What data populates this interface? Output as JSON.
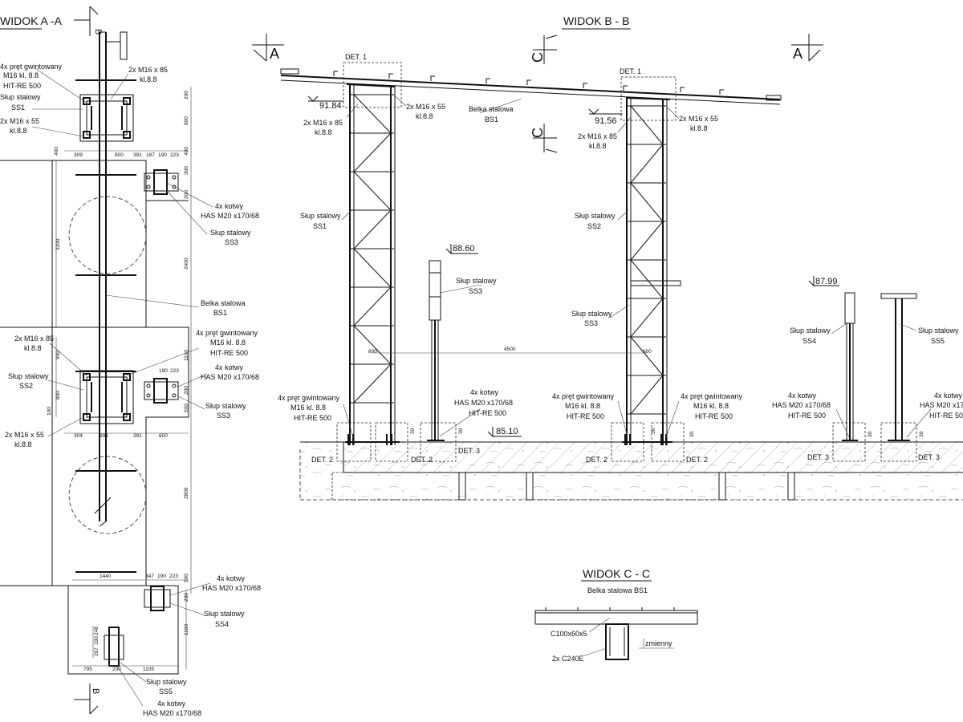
{
  "views": {
    "aa": {
      "title": "WIDOK A -A",
      "section_mark": "B",
      "section_mark_bottom": "B",
      "labels": {
        "pret_top_1": "4x pręt gwintowany",
        "pret_top_2": "M16 kl. 8.8",
        "pret_top_3": "HIT-RE 500",
        "bolt85_top_1": "2x M16 x 85",
        "bolt85_top_2": "kl.8.8",
        "ss1_1": "Słup stalowy",
        "ss1_2": "SS1",
        "bolt55_top_1": "2x M16 x 55",
        "bolt55_top_2": "kl.8.8",
        "kotwy1_1": "4x kotwy",
        "kotwy1_2": "HAS M20 x170/68",
        "ss3a_1": "Słup stalowy",
        "ss3a_2": "SS3",
        "bs1_1": "Belka stalowa",
        "bs1_2": "BS1",
        "bolt85_mid_1": "2x M16 x 85",
        "bolt85_mid_2": "kl.8.8",
        "pret_mid_1": "4x pręt gwintowany",
        "pret_mid_2": "M16 kl. 8.8",
        "pret_mid_3": "HIT-RE 500",
        "ss2_1": "Słup stalowy",
        "ss2_2": "SS2",
        "kotwy2_1": "4x kotwy",
        "kotwy2_2": "HAS M20 x170/68",
        "ss3b_1": "Słup stalowy",
        "ss3b_2": "SS3",
        "bolt55_mid_1": "2x M16 x 55",
        "bolt55_mid_2": "kl.8.8",
        "kotwy3_1": "4x kotwy",
        "kotwy3_2": "HAS M20 x170/68",
        "ss4_1": "Słup stalowy",
        "ss4_2": "SS4",
        "ss5_1": "Słup stalowy",
        "ss5_2": "SS5",
        "kotwy4_1": "4x kotwy",
        "kotwy4_2": "HAS M20 x170/68"
      },
      "dims": {
        "d200a": "200",
        "d800a": "800",
        "d400a": "400",
        "d400b": "400",
        "d309": "309",
        "d800b": "800",
        "d391a": "391",
        "d187": "187",
        "d190a": "190",
        "d223a": "223",
        "d300a": "300",
        "d300b": "300",
        "d3200": "3200",
        "d2400": "2400",
        "d900": "900",
        "d1100a": "1100",
        "d800c": "800",
        "d100": "100",
        "d190b": "190",
        "d223b": "223",
        "d200b": "200",
        "d500a": "500",
        "d304": "304",
        "d896": "896",
        "d391b": "391",
        "d600": "600",
        "d2800": "2800",
        "d1440": "1440",
        "d347": "347",
        "d190c": "190",
        "d223c": "223",
        "d500b": "500",
        "d200c": "200",
        "d1100b": "1100",
        "d267": "267",
        "d190d": "190",
        "d248": "248",
        "d795": "795",
        "d200d": "200",
        "d1105": "1105"
      }
    },
    "bb": {
      "title": "WIDOK B - B",
      "mark_a_left": "A",
      "mark_a_right": "A",
      "mark_c_top": "C",
      "mark_c_bottom": "C",
      "levels": {
        "l1": "91.84",
        "l2": "91.56",
        "l3": "88.60",
        "l4": "87.99",
        "l5": "85.10"
      },
      "det1_a": "DET. 1",
      "det1_b": "DET. 1",
      "det2_a": "DET. 2",
      "det2_b": "DET. 2",
      "det2_c": "DET. 2",
      "det2_d": "DET. 2",
      "det3_a": "DET. 3",
      "det3_b": "DET. 3",
      "det3_c": "DET. 3",
      "span": "4500",
      "d800_l": "800",
      "d800_r": "800",
      "d30": "30",
      "labels": {
        "bolt55_l_1": "2x M16 x 55",
        "bolt55_l_2": "kl.8.8",
        "belka_1": "Belka stalowa",
        "belka_2": "BS1",
        "bolt85_l_1": "2x M16 x 85",
        "bolt85_l_2": "kl.8.8",
        "bolt55_r_1": "2x M16 x 55",
        "bolt55_r_2": "kl.8.8",
        "bolt85_r_1": "2x M16 x 85",
        "bolt85_r_2": "kl.8.8",
        "ss1_1": "Słup stalowy",
        "ss1_2": "SS1",
        "ss2_1": "Słup stalowy",
        "ss2_2": "SS2",
        "ss3a_1": "Słup stalowy",
        "ss3a_2": "SS3",
        "ss3b_1": "Słup stalowy",
        "ss3b_2": "SS3",
        "ss4_1": "Słup stalowy",
        "ss4_2": "SS4",
        "ss5_1": "Słup stalowy",
        "ss5_2": "SS5",
        "pret_l_1": "4x pręt gwintowany",
        "pret_l_2": "M16 kl. 8.8",
        "pret_l_3": "HIT-RE 500",
        "kotwy_a_1": "4x kotwy",
        "kotwy_a_2": "HAS M20 x170/68",
        "kotwy_a_3": "HIT-RE 500",
        "pret_m_1": "4x pręt gwintowany",
        "pret_m_2": "M16 kl. 8.8",
        "pret_m_3": "HIT-RE 500",
        "pret_r_1": "4x pręt gwintowany",
        "pret_r_2": "M16 kl. 8.8",
        "pret_r_3": "HIT-RE 500",
        "kotwy_b_1": "4x kotwy",
        "kotwy_b_2": "HAS M20 x170/68",
        "kotwy_b_3": "HIT-RE 500",
        "kotwy_c_1": "4x kotwy",
        "kotwy_c_2": "HAS M20 x170/68",
        "kotwy_c_3": "HIT-RE 500"
      }
    },
    "cc": {
      "title": "WIDOK C - C",
      "subtitle": "Belka stalowa  BS1",
      "c100": "C100x60x5",
      "c240": "2x C240E",
      "zmienny": "zmienny"
    }
  }
}
